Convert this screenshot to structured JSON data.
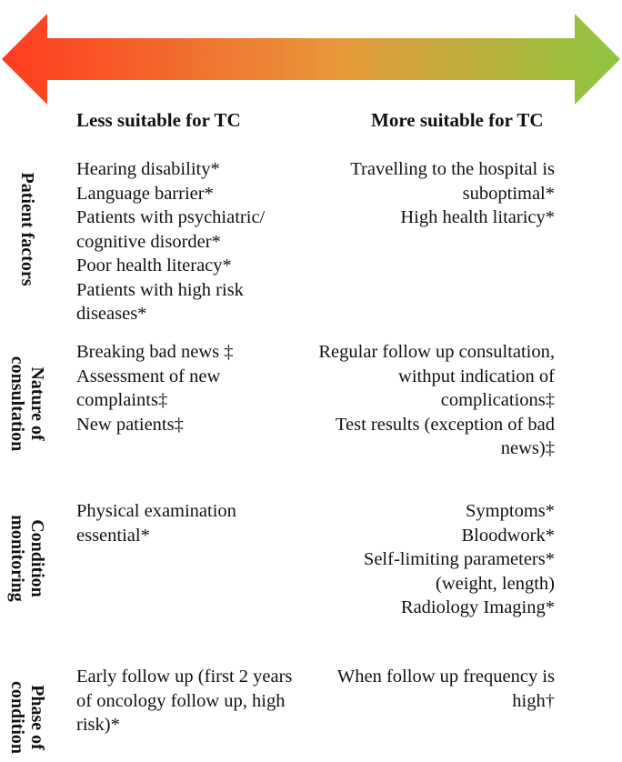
{
  "arrow": {
    "left_color": "#ff3b1f",
    "mid_color": "#e69a3a",
    "right_color": "#8dc63f"
  },
  "columns": {
    "left_title": "Less suitable for TC",
    "right_title": "More suitable for TC"
  },
  "rows": [
    {
      "label_lines": [
        "Patient factors"
      ],
      "less": [
        "Hearing disability*",
        "Language barrier*",
        "Patients with psychiatric/ cognitive disorder*",
        "Poor health literacy*",
        "Patients with high risk diseases*"
      ],
      "more": [
        "Travelling to the hospital is suboptimal*",
        "High health litaricy*"
      ]
    },
    {
      "label_lines": [
        "Nature of",
        "consultation"
      ],
      "less": [
        "Breaking bad news ‡",
        "Assessment of new complaints‡",
        "New patients‡"
      ],
      "more": [
        "Regular follow up consultation, withput indication of complications‡",
        "Test results (exception of bad news)‡"
      ]
    },
    {
      "label_lines": [
        "Condition",
        "monitoring"
      ],
      "less": [
        "Physical examination essential*"
      ],
      "more": [
        "Symptoms*",
        "Bloodwork*",
        "Self-limiting parameters* (weight, length)",
        "Radiology Imaging*"
      ]
    },
    {
      "label_lines": [
        "Phase of",
        "condition"
      ],
      "less": [
        "Early follow up (first 2 years of oncology follow up, high risk)*"
      ],
      "more": [
        "When follow up frequency is high†"
      ]
    }
  ]
}
